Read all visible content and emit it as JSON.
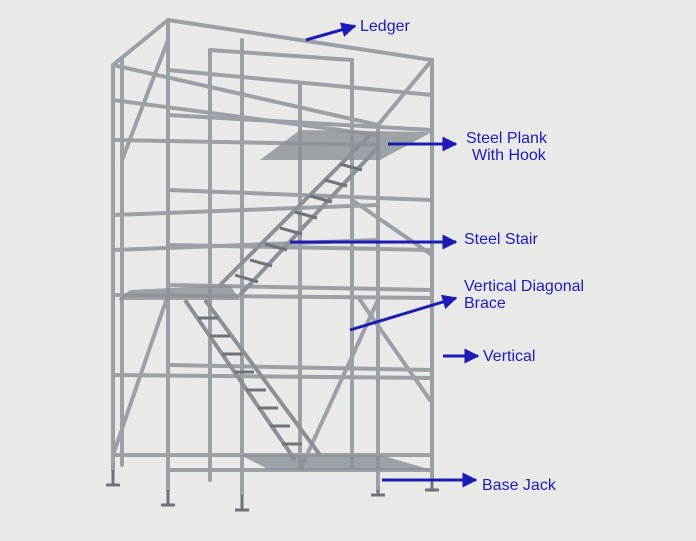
{
  "labels": {
    "ledger": "Ledger",
    "plank": {
      "line1": "Steel Plank",
      "line2": "With Hook"
    },
    "stair": "Steel Stair",
    "brace": {
      "line1": "Vertical Diagonal",
      "line2": "Brace"
    },
    "vertical": "Vertical",
    "base_jack": "Base Jack"
  },
  "colors": {
    "background": "#e9e9e8",
    "arrow": "#1c1cb4",
    "label": "#1c1cb4",
    "tube": "#9aa0a6",
    "tube_dark": "#6d737a",
    "plank": "#8a9096"
  }
}
